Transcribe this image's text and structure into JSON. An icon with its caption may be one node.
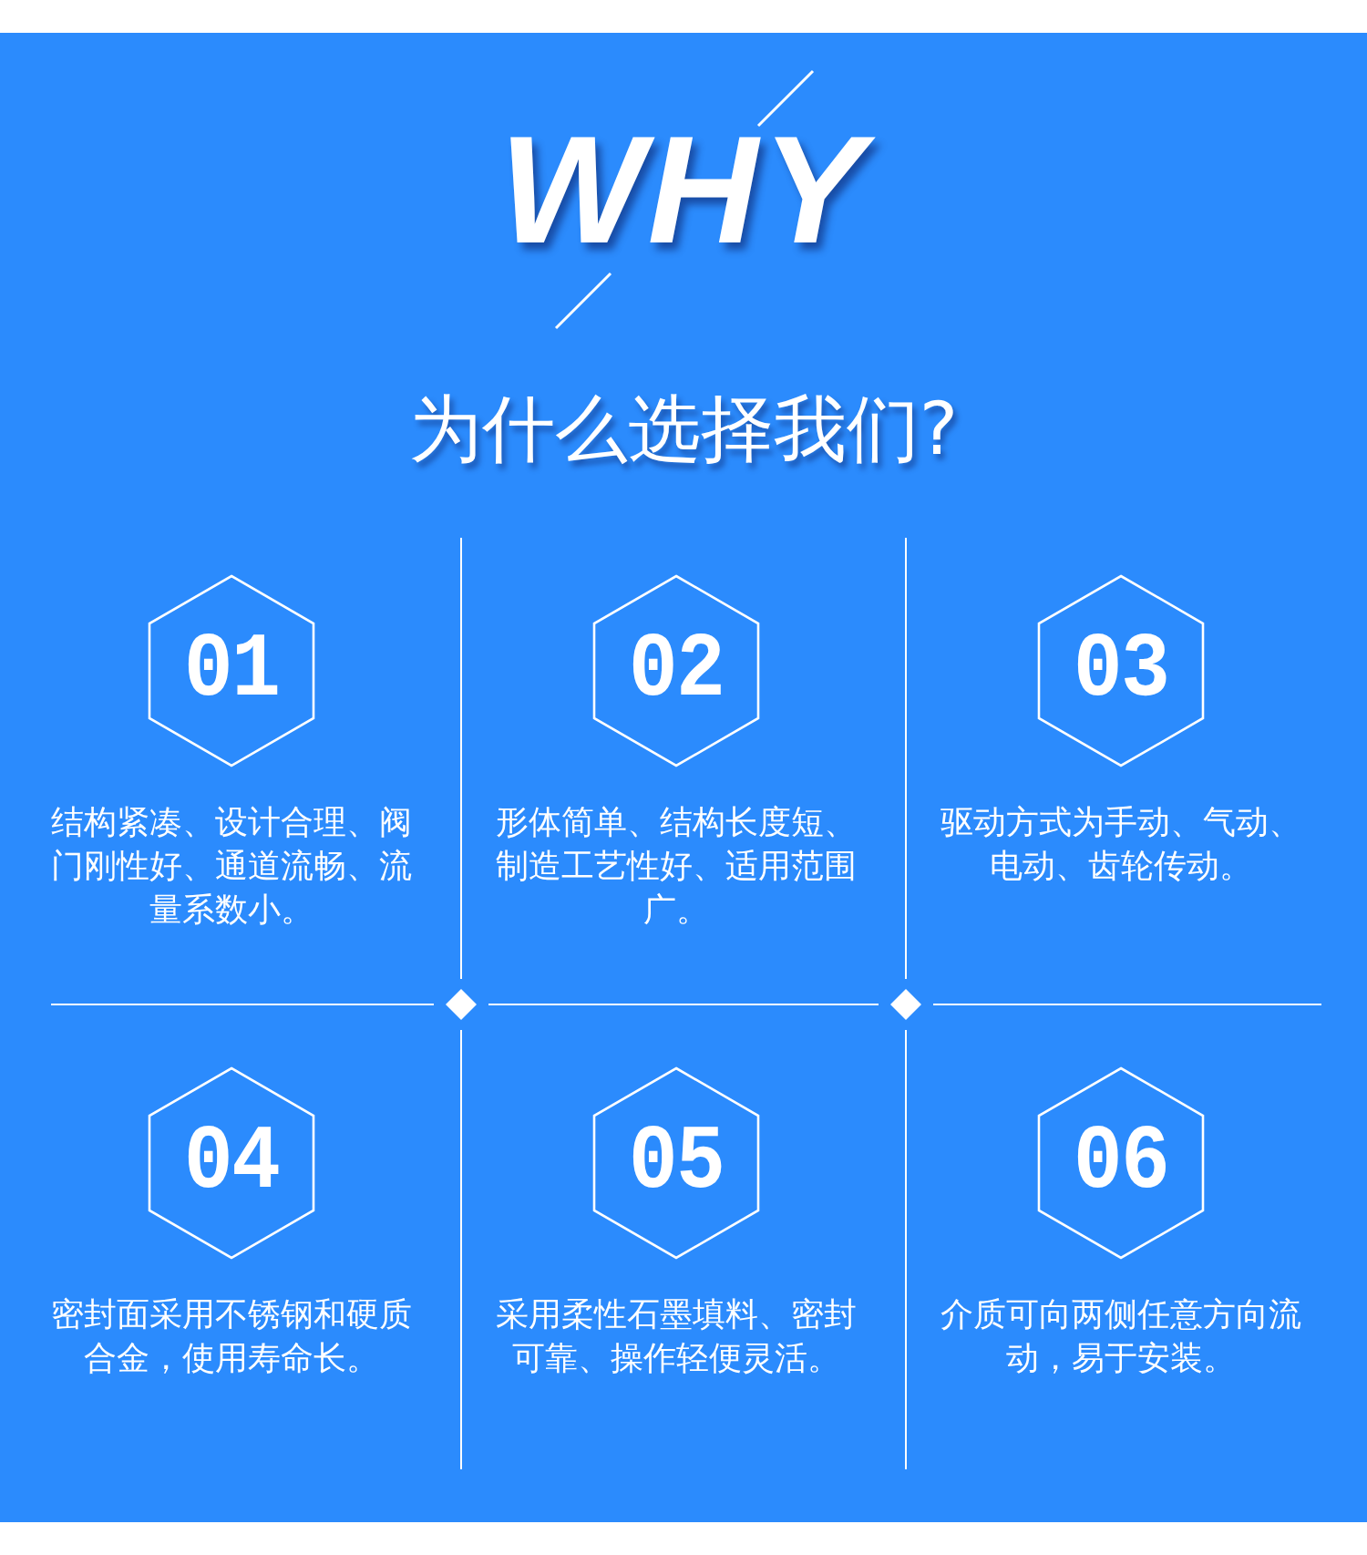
{
  "diagram": {
    "title": "WHY",
    "labels": [
      "为什么选择我们?"
    ],
    "nodes": [
      {
        "text": [
          "01"
        ],
        "beside": [
          "结构紧凑、设计合理、阀门刚性好、通道流畅、流量系数小。"
        ]
      },
      {
        "text": [
          "02"
        ],
        "beside": [
          "形体简单、结构长度短、制造工艺性好、适用范围广。"
        ]
      },
      {
        "text": [
          "03"
        ],
        "beside": [
          "驱动方式为手动、气动、电动、齿轮传动。"
        ]
      },
      {
        "text": [
          "04"
        ],
        "beside": [
          "密封面采用不锈钢和硬质合金，使用寿命长。"
        ]
      },
      {
        "text": [
          "05"
        ],
        "beside": [
          "采用柔性石墨填料、密封可靠、操作轻便灵活。"
        ]
      },
      {
        "text": [
          "06"
        ],
        "beside": [
          "介质可向两侧任意方向流动，易于安装。"
        ]
      }
    ]
  }
}
